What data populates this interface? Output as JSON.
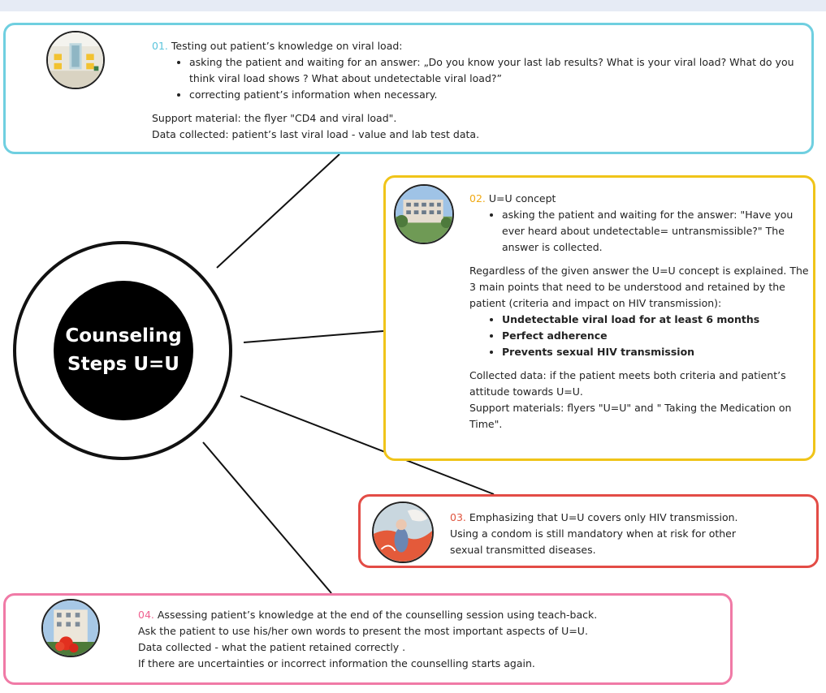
{
  "hub": {
    "title": "Counseling\nSteps U=U"
  },
  "steps": [
    {
      "number": "01.",
      "heading": "Testing out patient’s knowledge on viral load:",
      "bullets": [
        "asking the patient and waiting for an answer: „Do you know your last lab results? What is your viral load? What do you think viral load shows ? What about undetectable viral load?”",
        "correcting patient’s information when necessary."
      ],
      "notes": [
        "Support material: the flyer \"CD4 and viral load\".",
        "Data collected: patient’s last viral load - value and lab test data."
      ],
      "image": "clinic-hallway-photo"
    },
    {
      "number": "02.",
      "heading": "U=U concept",
      "bullets": [
        "asking the patient and waiting for the answer: \"Have you ever heard about undetectable= untransmissible?\" The answer is collected."
      ],
      "paragraph": "Regardless of the given answer the U=U concept is explained. The 3 main points that need to be understood and retained by the patient (criteria and impact on HIV transmission):",
      "key_points": [
        "Undetectable viral load for at least 6 months",
        "Perfect adherence",
        "Prevents sexual HIV transmission"
      ],
      "notes": [
        "Collected data: if the patient meets both criteria and patient’s attitude towards U=U.",
        "Support materials: flyers \"U=U\" and \" Taking the Medication on Time\"."
      ],
      "image": "hospital-building-photo"
    },
    {
      "number": "03.",
      "lines": [
        "Emphasizing that U=U covers only HIV transmission.",
        "Using a condom is still mandatory when at risk for other",
        "sexual transmitted diseases."
      ],
      "image": "illustration-figure"
    },
    {
      "number": "04.",
      "lines": [
        "Assessing patient’s knowledge at the end of the counselling session using teach-back.",
        "Ask the patient to use his/her own words to present the most important aspects of U=U.",
        "Data collected - what the patient retained correctly .",
        "If there are uncertainties or incorrect information the counselling starts again."
      ],
      "image": "building-with-flowers-photo"
    }
  ],
  "colors": {
    "step1": "#6fcfe0",
    "step2": "#f0c419",
    "step3": "#e34c46",
    "step4": "#f07aa6",
    "hub": "#000000"
  }
}
